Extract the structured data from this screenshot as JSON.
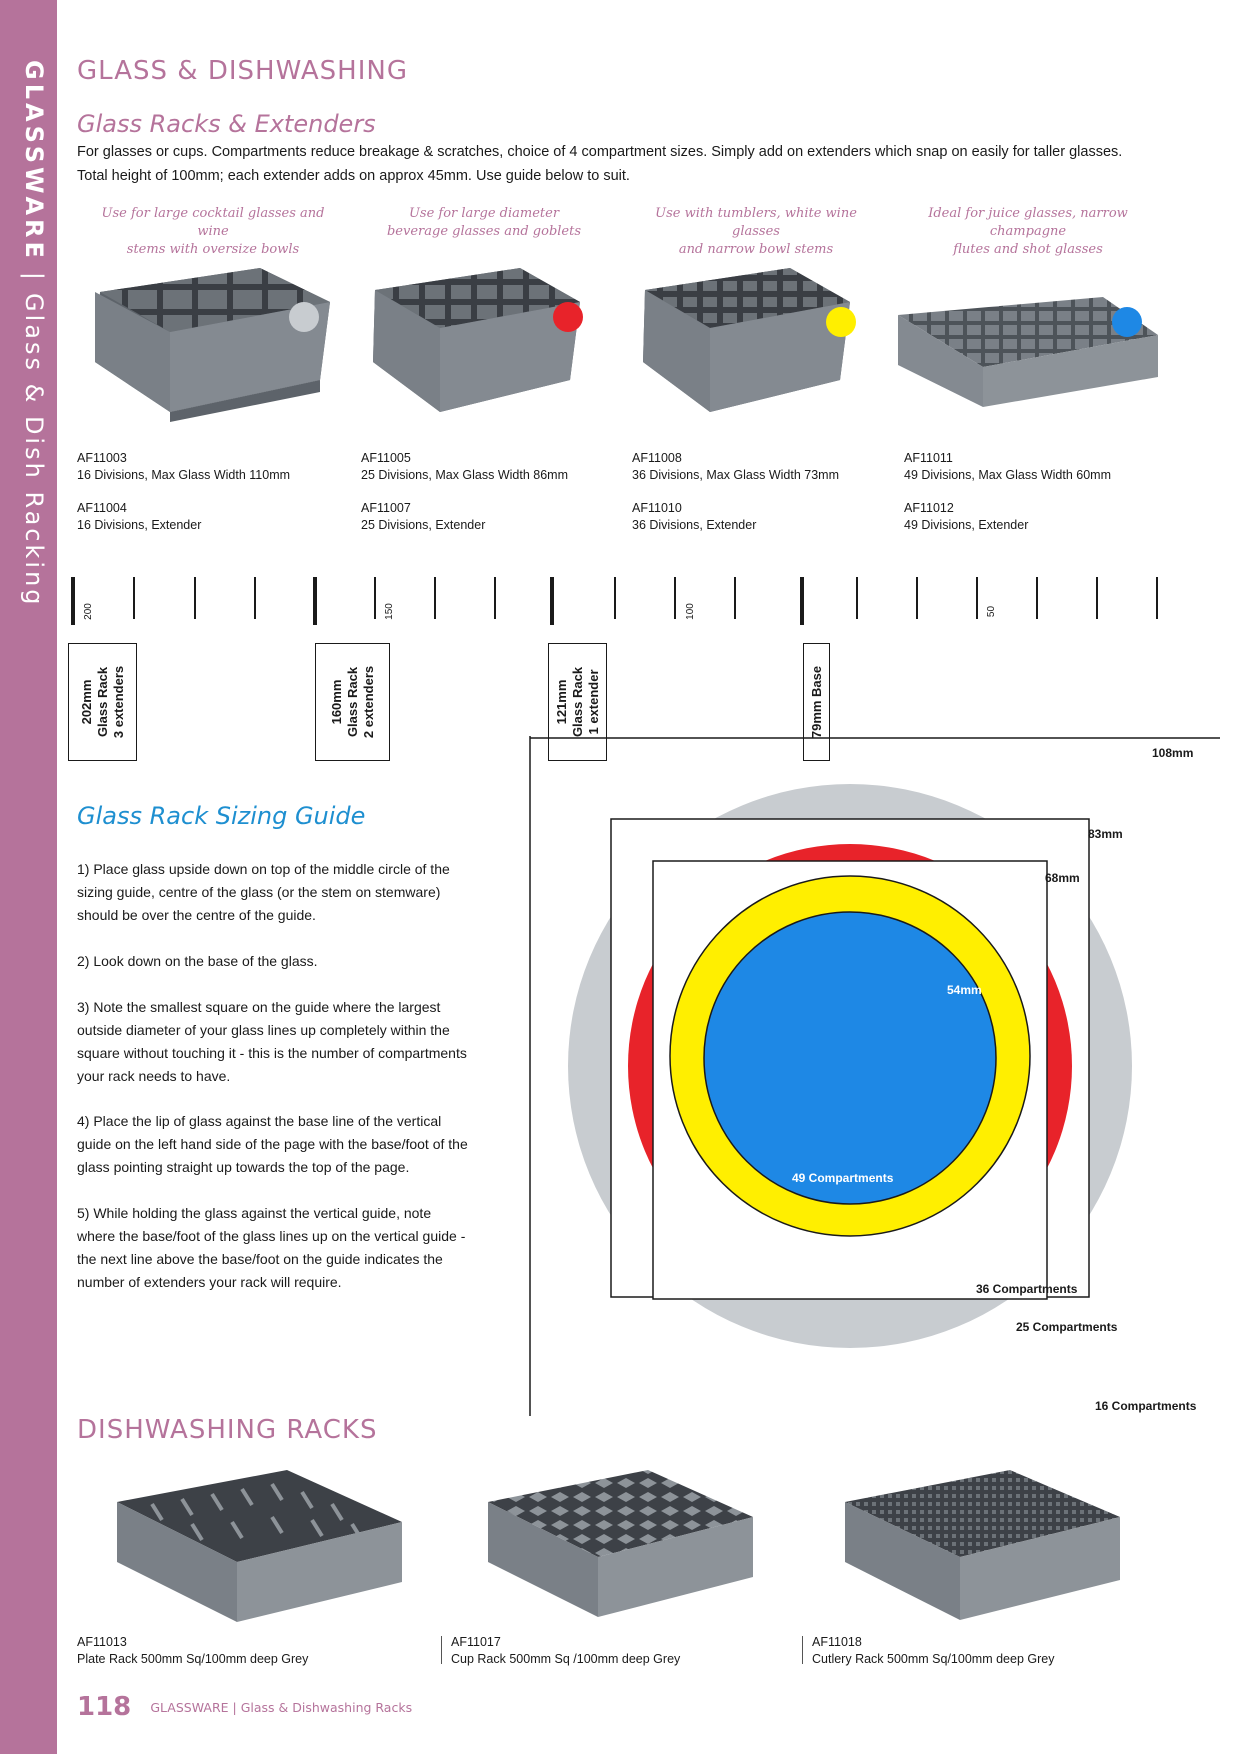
{
  "sidebar": {
    "category": "GLASSWARE",
    "separator": "|",
    "subcategory": "Glass & Dish Racking"
  },
  "header": {
    "section_title": "GLASS & DISHWASHING",
    "subsection_title": "Glass Racks & Extenders",
    "intro_line1": "For glasses or cups. Compartments reduce breakage & scratches, choice of 4 compartment sizes.  Simply add on extenders which snap on easily for taller glasses.",
    "intro_line2": "Total height of 100mm; each extender adds on approx 45mm. Use guide below to suit."
  },
  "glass_racks": [
    {
      "usage_line1": "Use for large cocktail glasses and wine",
      "usage_line2": "stems with oversize bowls",
      "dot_color": "#c8ccd0",
      "code1": "AF11003",
      "desc1": "16 Divisions, Max Glass Width 110mm",
      "code2": "AF11004",
      "desc2": "16 Divisions, Extender"
    },
    {
      "usage_line1": "Use for large diameter",
      "usage_line2": "beverage glasses and goblets",
      "dot_color": "#e8232a",
      "code1": "AF11005",
      "desc1": "25 Divisions, Max Glass Width 86mm",
      "code2": "AF11007",
      "desc2": "25 Divisions, Extender"
    },
    {
      "usage_line1": "Use with tumblers, white wine glasses",
      "usage_line2": "and narrow bowl stems",
      "dot_color": "#ffef00",
      "code1": "AF11008",
      "desc1": "36 Divisions, Max Glass Width 73mm",
      "code2": "AF11010",
      "desc2": "36 Divisions, Extender"
    },
    {
      "usage_line1": "Ideal for juice glasses, narrow champagne",
      "usage_line2": "flutes and shot glasses",
      "dot_color": "#1e88e5",
      "code1": "AF11011",
      "desc1": "49 Divisions, Max Glass Width 60mm",
      "code2": "AF11012",
      "desc2": "49 Divisions, Extender"
    }
  ],
  "ruler": {
    "labels": [
      "200",
      "150",
      "100",
      "50"
    ],
    "boxes": [
      {
        "line1": "202mm",
        "line2": "Glass Rack",
        "line3": "3 extenders"
      },
      {
        "line1": "160mm",
        "line2": "Glass Rack",
        "line3": "2 extenders"
      },
      {
        "line1": "121mm",
        "line2": "Glass Rack",
        "line3": "1 extender"
      },
      {
        "line1": "79mm Base"
      }
    ]
  },
  "sizing_guide": {
    "title": "Glass Rack Sizing Guide",
    "steps": [
      "1) Place glass upside down on top of the middle circle of the sizing guide, centre of the glass (or the stem on stemware) should be over the centre of the guide.",
      "2) Look down on the base of the glass.",
      "3) Note the smallest square on the guide where the largest outside diameter of your glass lines up completely within the square without touching it - this is the number of compartments your rack needs to have.",
      "4) Place the lip of glass against the base line of the vertical guide on the left hand side of the page with the base/foot of the glass pointing straight up towards the top of the page.",
      "5) While holding the glass against the vertical guide, note where the base/foot of the glass lines up on the vertical guide - the next line above the base/foot on the guide indicates the number of extenders your rack will require."
    ],
    "diagram": {
      "size_108": "108mm",
      "size_83": "83mm",
      "size_68": "68mm",
      "size_54": "54mm",
      "label_49": "49 Compartments",
      "label_36": "36 Compartments",
      "label_25": "25 Compartments",
      "label_16": "16 Compartments",
      "colors": {
        "grey": "#c8ccd0",
        "red": "#e8232a",
        "yellow": "#ffef00",
        "blue": "#1e88e5"
      }
    }
  },
  "dishwashing": {
    "title": "DISHWASHING RACKS",
    "racks": [
      {
        "code": "AF11013",
        "desc": "Plate  Rack 500mm Sq/100mm deep Grey"
      },
      {
        "code": "AF11017",
        "desc": "Cup Rack 500mm Sq /100mm deep Grey"
      },
      {
        "code": "AF11018",
        "desc": "Cutlery Rack 500mm Sq/100mm deep Grey"
      }
    ]
  },
  "footer": {
    "page_number": "118",
    "text": "GLASSWARE | Glass & Dishwashing Racks"
  }
}
